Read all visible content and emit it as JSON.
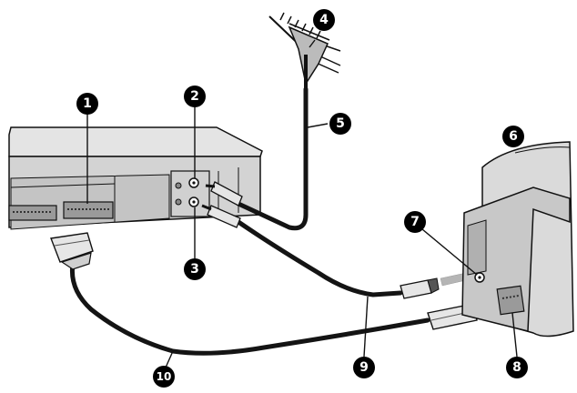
{
  "diagram": {
    "callouts": [
      {
        "id": "1",
        "label": "1"
      },
      {
        "id": "2",
        "label": "2"
      },
      {
        "id": "3",
        "label": "3"
      },
      {
        "id": "4",
        "label": "4"
      },
      {
        "id": "5",
        "label": "5"
      },
      {
        "id": "6",
        "label": "6"
      },
      {
        "id": "7",
        "label": "7"
      },
      {
        "id": "8",
        "label": "8"
      },
      {
        "id": "9",
        "label": "9"
      },
      {
        "id": "10",
        "label": "10"
      }
    ],
    "colors": {
      "line": "#111111",
      "vcr_body": "#dcdcdc",
      "vcr_front": "#c9c9c9",
      "tv_body": "#d9d9d9",
      "cable": "#141414",
      "callout_fill": "#000000"
    }
  }
}
